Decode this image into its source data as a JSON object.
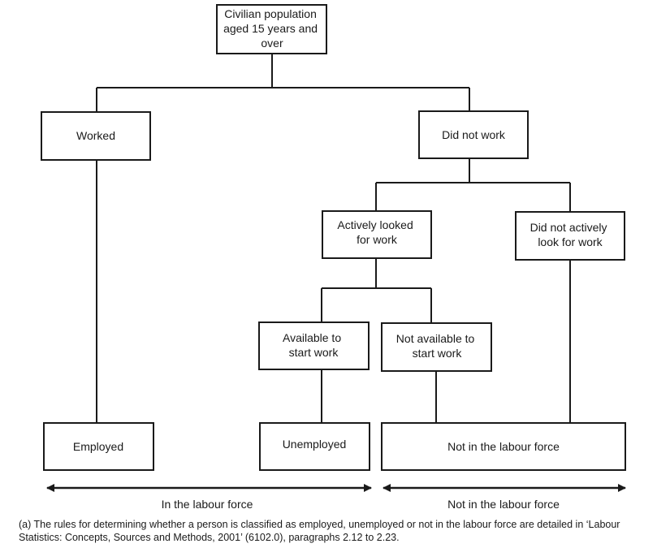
{
  "nodes": {
    "civilian_population": {
      "lines": [
        "Civilian population",
        "aged 15 years and",
        "over"
      ]
    },
    "worked": {
      "lines": [
        "Worked"
      ]
    },
    "did_not_work": {
      "lines": [
        "Did not work"
      ]
    },
    "actively_looked": {
      "lines": [
        "Actively looked",
        "for work"
      ]
    },
    "did_not_actively_look": {
      "lines": [
        "Did not actively",
        "look for work"
      ]
    },
    "available": {
      "lines": [
        "Available to",
        "start work"
      ]
    },
    "not_available": {
      "lines": [
        "Not available to",
        "start work"
      ]
    },
    "employed": {
      "lines": [
        "Employed"
      ]
    },
    "unemployed": {
      "lines": [
        "Unemployed"
      ]
    },
    "not_in_labour_force": {
      "lines": [
        "Not in the labour force"
      ]
    }
  },
  "ranges": {
    "in_labour_force": "In the labour force",
    "not_in_labour_force": "Not in the labour force"
  },
  "footnote": "(a) The rules for determining whether a person is classified as employed, unemployed or not in the labour force are detailed in ‘Labour Statistics: Concepts, Sources and Methods, 2001’ (6102.0), paragraphs 2.12 to 2.23.",
  "colors": {
    "stroke": "#1a1a1a",
    "text": "#1a1a1a",
    "background": "#ffffff"
  }
}
